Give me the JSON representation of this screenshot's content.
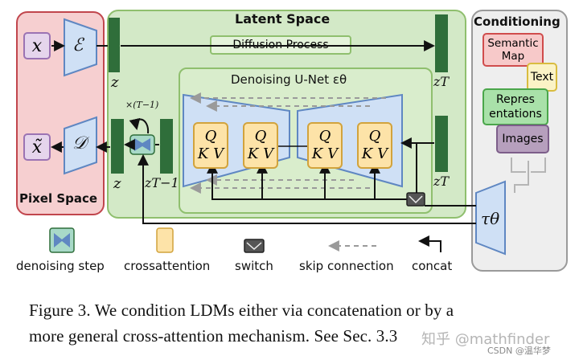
{
  "diagram": {
    "pixel_space": {
      "title": "Pixel Space"
    },
    "latent_space": {
      "title": "Latent Space",
      "diffusion_label": "Diffusion Process"
    },
    "unet": {
      "title": "Denoising U-Net εθ"
    },
    "conditioning": {
      "title": "Conditioning",
      "items": [
        "Semantic Map",
        "Text",
        "Repres entations",
        "Images"
      ]
    },
    "symbols": {
      "x": "x",
      "x_tilde": "x̃",
      "encoder": "ℰ",
      "decoder": "𝒟",
      "z": "z",
      "z_T": "zT",
      "z_T1": "zT−1",
      "tau": "τθ",
      "loop": "×(T−1)",
      "q": "Q",
      "kv": "K V"
    },
    "legend": [
      "denoising step",
      "crossattention",
      "switch",
      "skip connection",
      "concat"
    ],
    "colors": {
      "pixel_fill": "#f6cfd0",
      "pixel_border": "#c1464d",
      "latent_fill": "#d3e9c7",
      "latent_border": "#8fbf6e",
      "unet_fill": "#d9edcc",
      "block_fill": "#2f6e3a",
      "coder_fill": "#cfe0f5",
      "coder_border": "#5f87c2",
      "attn_fill": "#fde3a8",
      "attn_border": "#d2a33c",
      "purple_fill": "#e5d5ec",
      "purple_border": "#9b73b3"
    }
  },
  "caption": {
    "line1": "Figure 3.   We condition LDMs either via concatenation or by a",
    "line2": "more general cross-attention mechanism. See Sec. 3.3"
  },
  "watermark": {
    "zh": "知乎 @mathfinder",
    "csdn": "CSDN @温华梦"
  }
}
